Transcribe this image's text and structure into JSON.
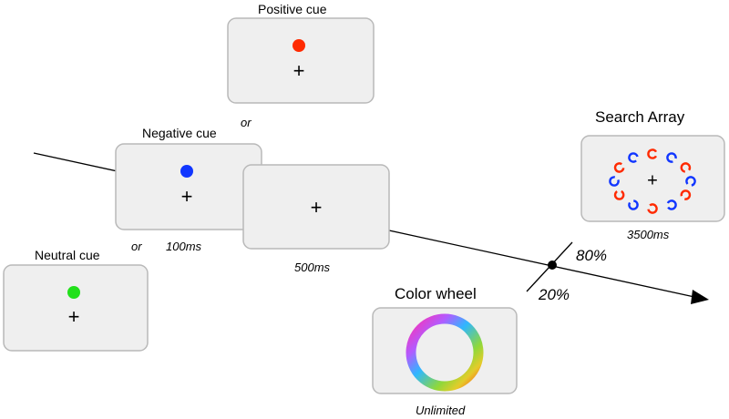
{
  "colors": {
    "frame_fill": "#efefef",
    "frame_stroke": "#b9b9b9",
    "positive": "#ff2a00",
    "negative": "#1136ff",
    "neutral": "#22e01b",
    "fixation": "#000000"
  },
  "screens": {
    "positive": {
      "title": "Positive cue",
      "dot_color": "#ff2a00"
    },
    "negative": {
      "title": "Negative cue",
      "dot_color": "#1136ff"
    },
    "neutral": {
      "title": "Neutral cue",
      "dot_color": "#22e01b"
    },
    "fixation": {},
    "search": {
      "title": "Search Array"
    },
    "colorwheel": {
      "title": "Color wheel"
    }
  },
  "or_labels": [
    "or",
    "or"
  ],
  "timings": {
    "cue": "100ms",
    "fixation": "500ms",
    "search": "3500ms",
    "colorwheel": "Unlimited"
  },
  "branch": {
    "upper": "80%",
    "lower": "20%"
  },
  "search_items": [
    {
      "color": "red"
    },
    {
      "color": "red"
    },
    {
      "color": "red"
    },
    {
      "color": "red"
    },
    {
      "color": "red"
    },
    {
      "color": "red"
    },
    {
      "color": "blue"
    },
    {
      "color": "blue"
    },
    {
      "color": "blue"
    },
    {
      "color": "blue"
    },
    {
      "color": "blue"
    },
    {
      "color": "blue"
    }
  ]
}
